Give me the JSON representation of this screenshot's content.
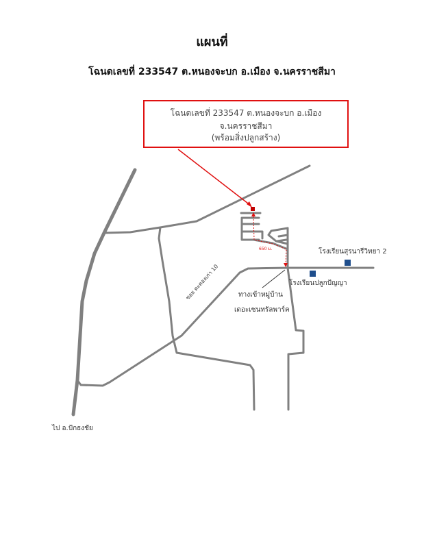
{
  "header": {
    "title": "แผนที่",
    "subtitle": "โฉนดเลขที่ 233547 ต.หนองจะบก อ.เมือง จ.นครราชสีมา"
  },
  "callout": {
    "line1": "โฉนดเลขที่ 233547 ต.หนองจะบก อ.เมือง จ.นครราชสีมา",
    "line2": "(พร้อมสิ่งปลูกสร้าง)"
  },
  "labels": {
    "distance": "650 ม.",
    "school1": "โรงเรียนสุรนารีวิทยา 2",
    "school2": "โรงเรียนปลูกปัญญา",
    "entrance1": "ทางเข้าหมู่บ้าน",
    "entrance2": "เดอะเซนทรัลพาร์ค",
    "soi": "ซอย ตะคองเก่า 10",
    "to_district": "ไป อ.ปักธงชัย"
  },
  "colors": {
    "road": "#808080",
    "route": "#e01010",
    "school": "#1f4e8c"
  }
}
